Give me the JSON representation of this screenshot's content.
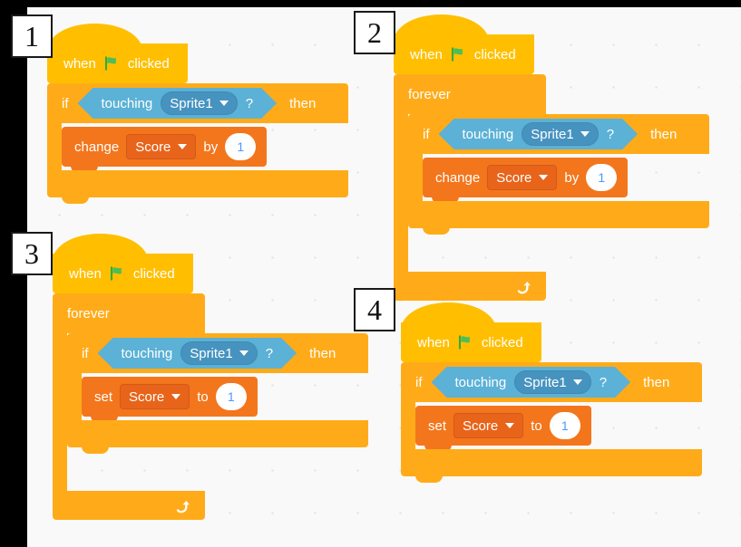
{
  "workspace": {
    "name": "scratch-block-workspace",
    "background": "#f9f9f9",
    "grid_dot_color": "#e0e0e0"
  },
  "palette": {
    "events_yellow": "#ffbf00",
    "control_orange": "#ffab19",
    "variables_orange": "#f3761d",
    "variables_field": "#e8641a",
    "sensing_blue": "#5cb1d6",
    "sensing_field": "#4793bf",
    "input_text_blue": "#4c97ff",
    "block_text": "#ffffff",
    "callout_border": "#1a1a1a",
    "page_background": "#000000"
  },
  "common": {
    "when_label": "when",
    "clicked_label": "clicked",
    "flag_icon": "green-flag-icon",
    "forever_label": "forever",
    "if_label": "if",
    "then_label": "then",
    "touching_label": "touching",
    "sprite_option": "Sprite1",
    "question_mark": "?",
    "change_label": "change",
    "set_label": "set",
    "by_label": "by",
    "to_label": "to",
    "variable_option": "Score",
    "value": "1",
    "dropdown_icon": "chevron-down-icon",
    "loop_icon": "loop-arrow-icon"
  },
  "scripts": [
    {
      "number": "1",
      "has_forever": false,
      "action_verb": "change",
      "action_preposition": "by",
      "variable": "Score",
      "value": "1",
      "sprite": "Sprite1"
    },
    {
      "number": "2",
      "has_forever": true,
      "action_verb": "change",
      "action_preposition": "by",
      "variable": "Score",
      "value": "1",
      "sprite": "Sprite1"
    },
    {
      "number": "3",
      "has_forever": true,
      "action_verb": "set",
      "action_preposition": "to",
      "variable": "Score",
      "value": "1",
      "sprite": "Sprite1"
    },
    {
      "number": "4",
      "has_forever": false,
      "action_verb": "set",
      "action_preposition": "to",
      "variable": "Score",
      "value": "1",
      "sprite": "Sprite1"
    }
  ]
}
